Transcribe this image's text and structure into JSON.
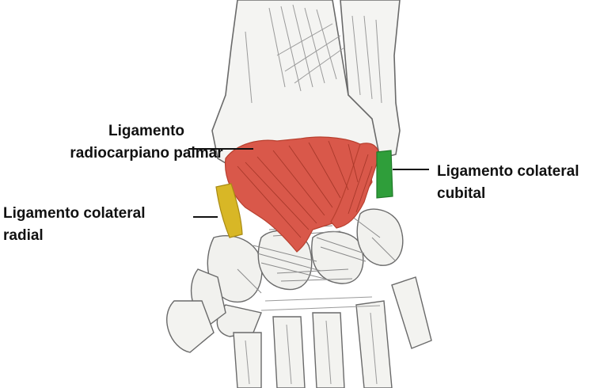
{
  "figure": {
    "labels": {
      "radiocarpal_palmar": [
        "Ligamento",
        "radiocarpiano palmar"
      ],
      "collateral_radial": [
        "Ligamento colateral",
        "radial"
      ],
      "collateral_ulnar": [
        "Ligamento colateral",
        "cubital"
      ]
    },
    "colors": {
      "radiocarpal_palmar": "#d9584a",
      "collateral_radial": "#d8b726",
      "collateral_ulnar": "#2f9e3a",
      "bone": "#f4f4f2",
      "outline": "#6a6a6a"
    }
  }
}
